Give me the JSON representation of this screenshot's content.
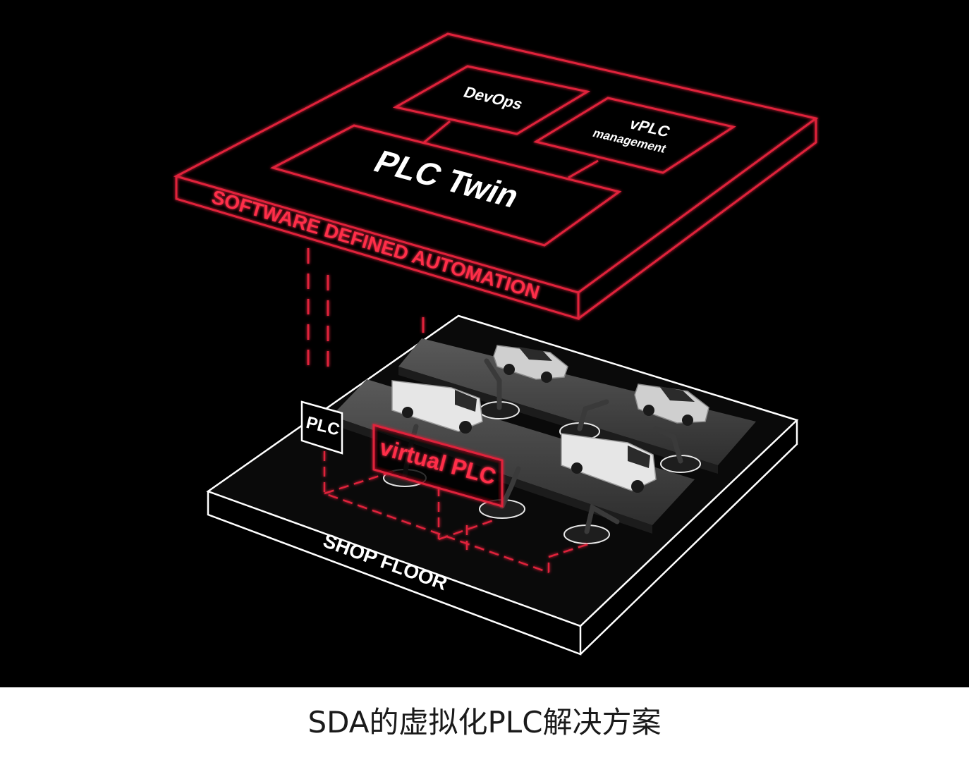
{
  "diagram": {
    "top_layer": {
      "title": "SOFTWARE DEFINED AUTOMATION",
      "modules": {
        "devops": "DevOps",
        "vplc_line1": "vPLC",
        "vplc_line2": "management",
        "plc_twin": "PLC Twin"
      }
    },
    "bottom_layer": {
      "title": "SHOP FLOOR",
      "plc_label": "PLC",
      "virtual_plc_label": "virtual PLC"
    },
    "colors": {
      "background": "#000000",
      "accent_red": "#e0233a",
      "outline_white": "#ffffff",
      "caption_text": "#1a1a1a"
    }
  },
  "caption": "SDA的虚拟化PLC解决方案"
}
